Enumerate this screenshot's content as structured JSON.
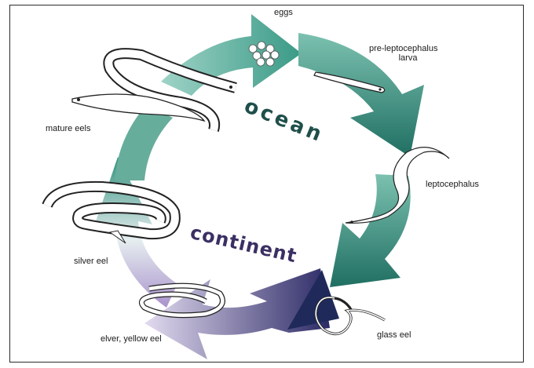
{
  "title": "",
  "stages": {
    "eggs": "eggs",
    "pre_leptocephalus": [
      "pre-leptocephalus",
      "larva"
    ],
    "leptocephalus": "leptocephalus",
    "glass_eel": "glass eel",
    "elver_yellow_eel": "elver, yellow eel",
    "silver_eel": "silver eel",
    "mature_eels": "mature eels"
  },
  "habitats": {
    "ocean": "ocean",
    "continent": "continent"
  },
  "colors": {
    "ocean_arrow": "#2f8f7c",
    "continent_arrow": "#7a5fa8",
    "dark_arrow": "#1f2a5a",
    "ocean_text": "#1f4f4b",
    "continent_text": "#3b2f63"
  }
}
